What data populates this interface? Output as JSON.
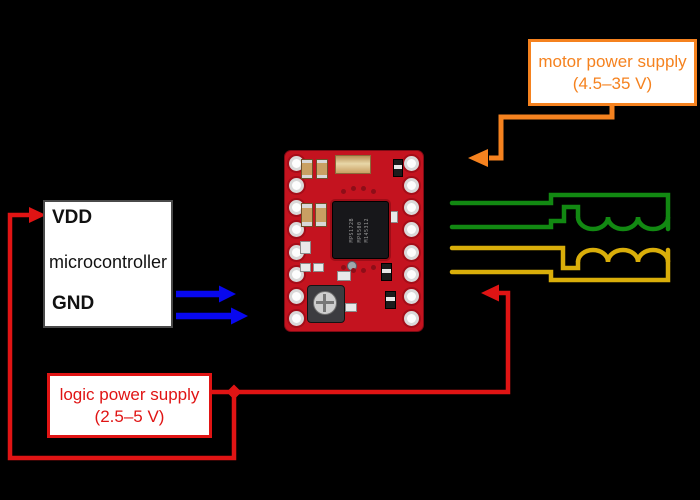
{
  "colors": {
    "background": "#000000",
    "motor_supply": "#F5821F",
    "logic_supply": "#E01414",
    "coil_a": "#128912",
    "coil_b": "#D9AE0A",
    "control": "#0808EE",
    "pcb": "#C4131F"
  },
  "microcontroller_box": {
    "vdd": "VDD",
    "label": "microcontroller",
    "gnd": "GND"
  },
  "motor_power_supply_box": {
    "line1": "motor power supply",
    "line2": "(4.5–35 V)"
  },
  "logic_power_supply_box": {
    "line1": "logic power supply",
    "line2": "(2.5–5 V)"
  },
  "driver_board": {
    "chip_marking_lines": [
      "MPS172B",
      "MP6500",
      "M145312"
    ]
  }
}
